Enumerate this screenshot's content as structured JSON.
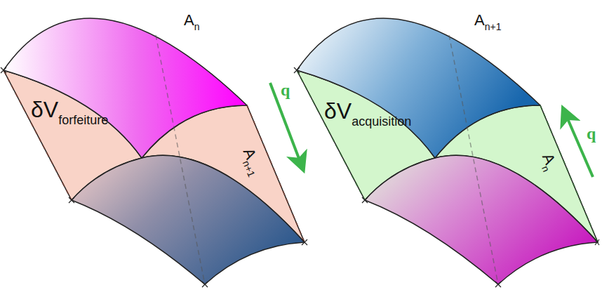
{
  "diagram": {
    "labels": [
      "δV",
      "forfeiture",
      "A",
      "n",
      "A",
      "n+1",
      "q",
      "δV",
      "acquisition",
      "A",
      "n+1",
      "A",
      "n",
      "q"
    ]
  }
}
